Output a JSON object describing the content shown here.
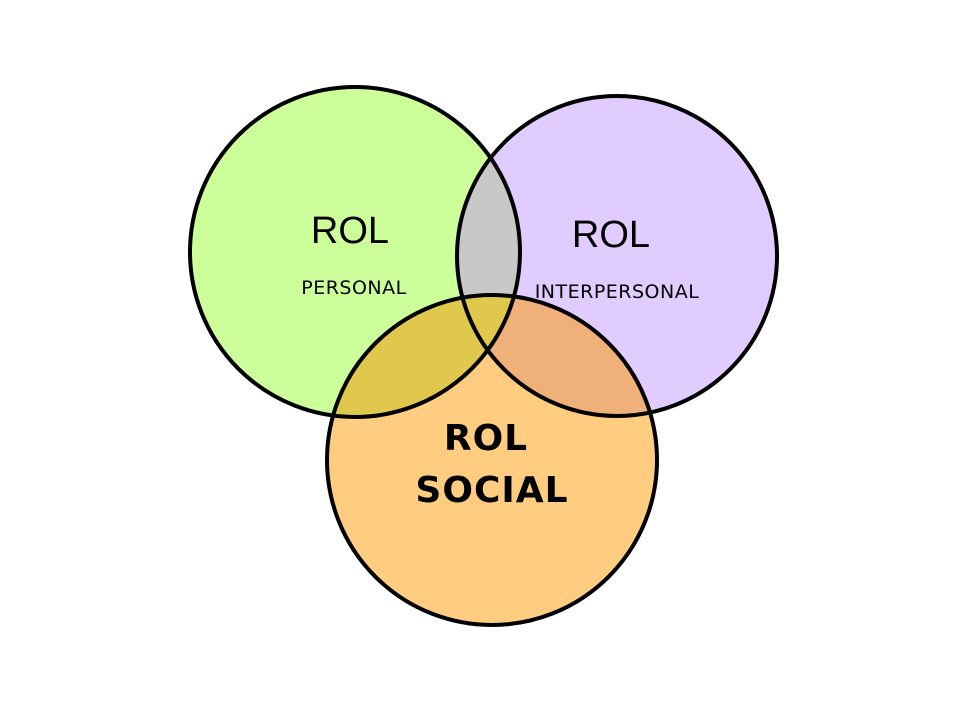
{
  "colors": {
    "personal": "#ccff99",
    "interpersonal": "#e0ccff",
    "social": "#ffcc80",
    "personal_interpersonal_overlap": "#c8c8c8",
    "personal_social_overlap": "#e0c84c",
    "interpersonal_social_overlap": "#f0b07a",
    "outline": "#000000",
    "background": "#ffffff"
  },
  "circles": {
    "personal": {
      "title": "ROL",
      "subtitle": "PERSONAL"
    },
    "interpersonal": {
      "title": "ROL",
      "subtitle": "INTERPERSONAL"
    },
    "social": {
      "title": "ROL",
      "subtitle": "SOCIAL"
    }
  }
}
